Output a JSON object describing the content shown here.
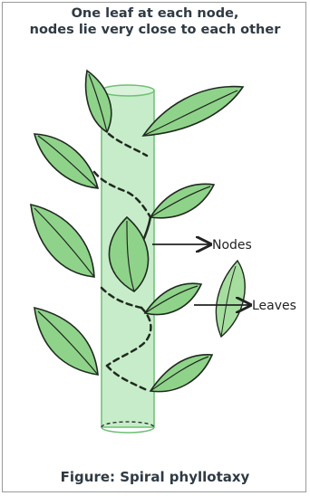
{
  "title": {
    "line1": "One leaf at each node,",
    "line2": "nodes lie very close to each other"
  },
  "labels": {
    "nodes": "Nodes",
    "leaves": "Leaves"
  },
  "caption": "Figure: Spiral phyllotaxy",
  "colors": {
    "stem_fill": "#bfeac3",
    "stem_stroke": "#6fbf76",
    "leaf_fill": "#8fd38a",
    "leaf_stroke": "#1f2a1f",
    "vine": "#7dc77a",
    "text": "#2f3a44"
  }
}
